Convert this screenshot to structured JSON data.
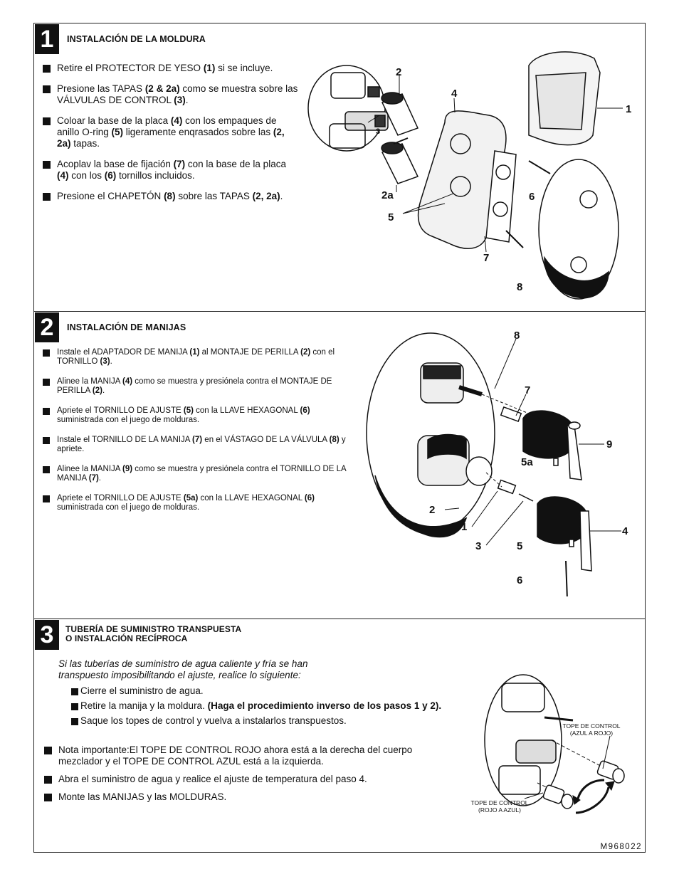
{
  "sections": [
    {
      "number": "1",
      "title": "INSTALACIÓN DE LA MOLDURA",
      "bullets": [
        [
          "Retire el PROTECTOR DE YESO ",
          "(1)",
          " si se incluye."
        ],
        [
          "Presione las TAPAS ",
          "(2 & 2a)",
          " como se muestra sobre las VÁLVULAS DE CONTROL ",
          "(3)",
          "."
        ],
        [
          "Coloar la base de la placa ",
          "(4)",
          " con los empaques de anillo O-ring ",
          "(5)",
          " ligeramente enqrasados sobre las ",
          "(2, 2a)",
          " tapas."
        ],
        [
          "Acoplav la base de fijación ",
          "(7)",
          " con la base de la placa ",
          "(4)",
          " con los ",
          "(6)",
          " tornillos incluidos."
        ],
        [
          "Presione el CHAPETÓN ",
          "(8)",
          " sobre las TAPAS ",
          "(2, 2a)",
          "."
        ]
      ],
      "figure_labels": {
        "l1": "1",
        "l2": "2",
        "l2a": "2a",
        "l3": "3",
        "l4": "4",
        "l5": "5",
        "l6": "6",
        "l7": "7",
        "l8": "8"
      }
    },
    {
      "number": "2",
      "title": "INSTALACIÓN DE MANIJAS",
      "bullets": [
        [
          "Instale el ADAPTADOR DE MANIJA ",
          "(1)",
          " al MONTAJE DE PERILLA ",
          "(2)",
          " con el TORNILLO ",
          "(3)",
          "."
        ],
        [
          "Alinee la MANIJA ",
          "(4)",
          " como se muestra y presiónela contra el MONTAJE DE PERILLA ",
          "(2)",
          "."
        ],
        [
          "Apriete el TORNILLO DE AJUSTE ",
          "(5)",
          " con la LLAVE HEXAGONAL ",
          "(6)",
          " suministrada con el juego de molduras."
        ],
        [
          "Instale el TORNILLO DE LA MANIJA ",
          "(7)",
          " en el VÁSTAGO DE LA VÁLVULA ",
          "(8)",
          " y apriete."
        ],
        [
          "Alinee la MANIJA ",
          "(9)",
          " como se muestra y presiónela contra el TORNILLO DE LA MANIJA ",
          "(7)",
          "."
        ],
        [
          "Apriete el TORNILLO DE AJUSTE ",
          "(5a)",
          " con la LLAVE HEXAGONAL ",
          "(6)",
          " suministrada con el juego de molduras."
        ]
      ],
      "figure_labels": {
        "l1": "1",
        "l2": "2",
        "l3": "3",
        "l4": "4",
        "l5": "5",
        "l5a": "5a",
        "l6": "6",
        "l7": "7",
        "l8": "8",
        "l9": "9"
      }
    },
    {
      "number": "3",
      "title_line1": "TUBERÍA DE SUMINISTRO TRANSPUESTA",
      "title_line2": "O INSTALACIÓN RECÍPROCA",
      "intro": "Si las tuberías de suministro de agua caliente y fría se han transpuesto imposibilitando el ajuste, realice lo siguiente:",
      "sub_bullets": [
        [
          "Cierre el suministro de agua."
        ],
        [
          "Retire la manija y la moldura. ",
          "(Haga el procedimiento inverso de los pasos 1 y 2)."
        ],
        [
          "Saque los topes de control y vuelva a instalarlos transpuestos."
        ]
      ],
      "bullets": [
        [
          "Nota importante:El TOPE DE CONTROL ROJO ahora está a la derecha del cuerpo mezclador y el TOPE DE CONTROL AZUL está a la izquierda."
        ],
        [
          "Abra el suministro de agua y realice el ajuste de temperatura del paso 4."
        ],
        [
          "Monte las MANIJAS y las MOLDURAS."
        ]
      ],
      "figure_labels": {
        "stop_blue_red_l1": "TOPE DE CONTROL",
        "stop_blue_red_l2": "(AZUL A ROJO)",
        "stop_red_blue_l1": "TOPE DE CONTROL",
        "stop_red_blue_l2": "(ROJO A AZUL)"
      }
    }
  ],
  "doc_code": "M968022"
}
